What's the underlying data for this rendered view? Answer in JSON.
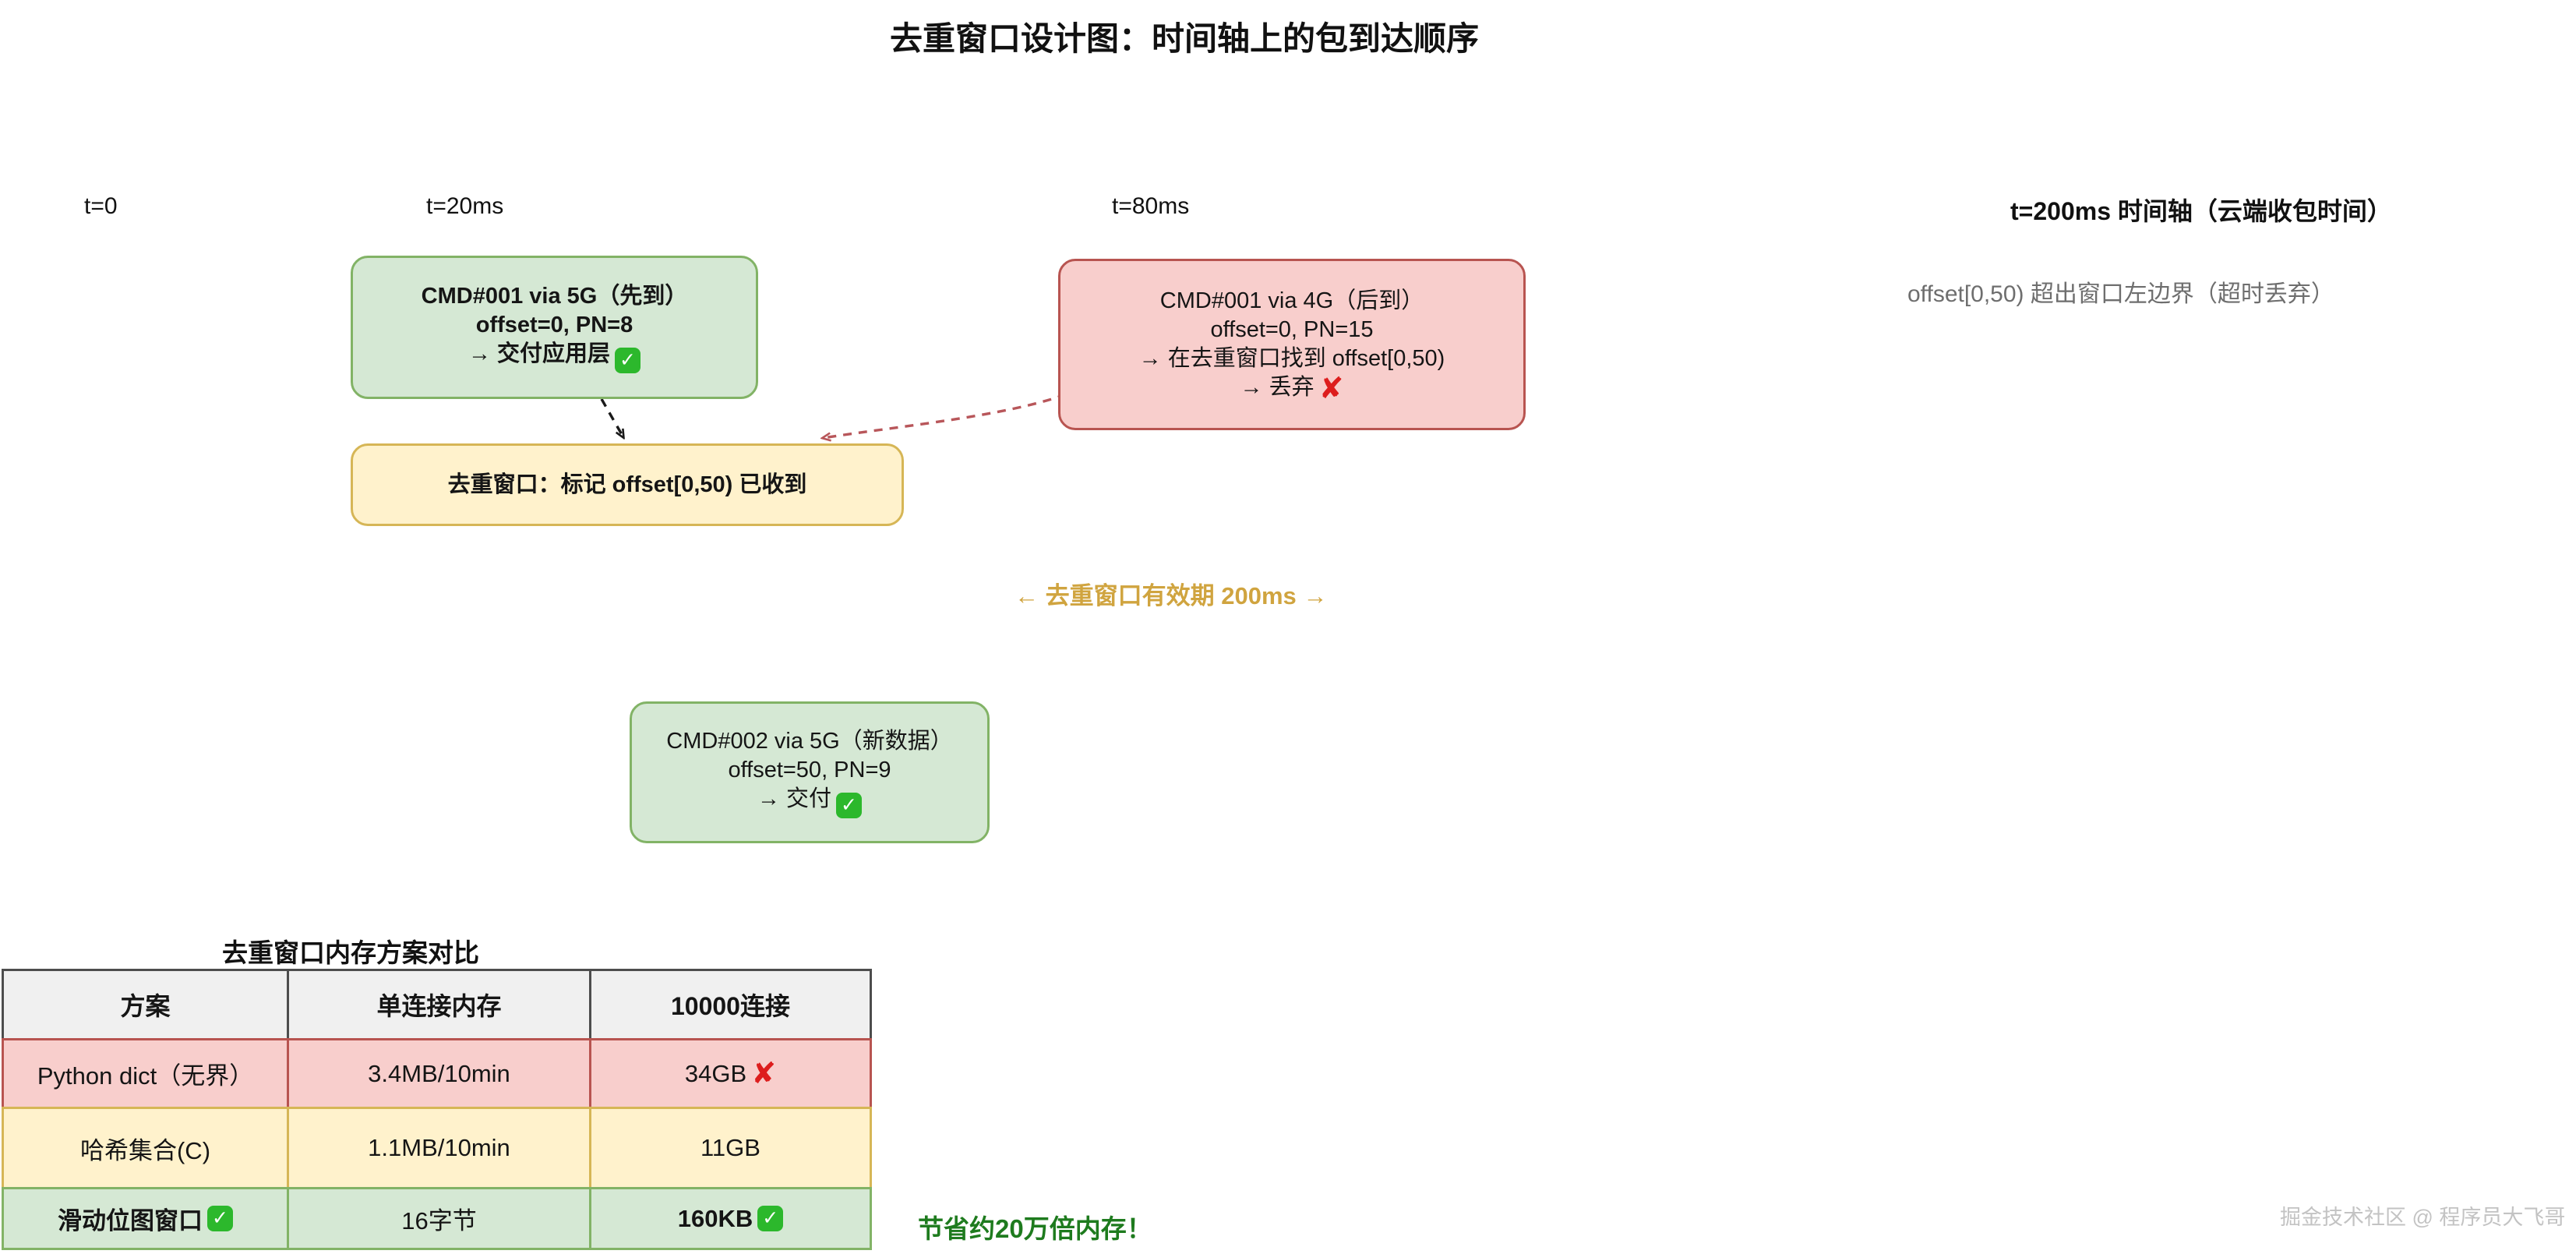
{
  "title": "去重窗口设计图：时间轴上的包到达顺序",
  "timeline": {
    "t0": "t=0",
    "t20": "t=20ms",
    "t80": "t=80ms",
    "t200_heading": "t=200ms 时间轴（云端收包时间）",
    "overflow_note": "offset[0,50) 超出窗口左边界（超时丢弃）",
    "validity_label": "← 去重窗口有效期 200ms →"
  },
  "boxes": {
    "cmd001_5g": {
      "line1": "CMD#001 via 5G（先到）",
      "line2": "offset=0, PN=8",
      "line3": "→ 交付应用层"
    },
    "cmd001_4g": {
      "line1": "CMD#001 via 4G（后到）",
      "line2": "offset=0, PN=15",
      "line3": "→ 在去重窗口找到 offset[0,50)",
      "line4": "→ 丢弃"
    },
    "dedup_window": {
      "line1": "去重窗口：标记 offset[0,50) 已收到"
    },
    "cmd002_5g": {
      "line1": "CMD#002 via 5G（新数据）",
      "line2": "offset=50, PN=9",
      "line3": "→ 交付"
    }
  },
  "table": {
    "title": "去重窗口内存方案对比",
    "headers": [
      "方案",
      "单连接内存",
      "10000连接"
    ],
    "rows": [
      {
        "scheme": "Python dict（无界）",
        "per_conn": "3.4MB/10min",
        "conn10000": "34GB"
      },
      {
        "scheme": "哈希集合(C)",
        "per_conn": "1.1MB/10min",
        "conn10000": "11GB"
      },
      {
        "scheme": "滑动位图窗口",
        "per_conn": "16字节",
        "conn10000": "160KB"
      }
    ],
    "note": "节省约20万倍内存！"
  },
  "watermark": "掘金技术社区 @ 程序员大飞哥",
  "icons": {
    "check": "✓",
    "cross": "✘"
  },
  "colors": {
    "green_fill": "#d5e8d4",
    "green_border": "#82b366",
    "red_fill": "#f8cecc",
    "red_border": "#b85450",
    "yellow_fill": "#fff2cc",
    "yellow_border": "#d6b656",
    "table_header_bg": "#f0f0f0",
    "table_header_border": "#4d4d4d",
    "validity_text": "#d0a43f",
    "note_text": "#1e7b1e",
    "gray_text": "#6e6e6e",
    "check_green": "#2cb82c",
    "cross_red": "#dd1d1d"
  }
}
